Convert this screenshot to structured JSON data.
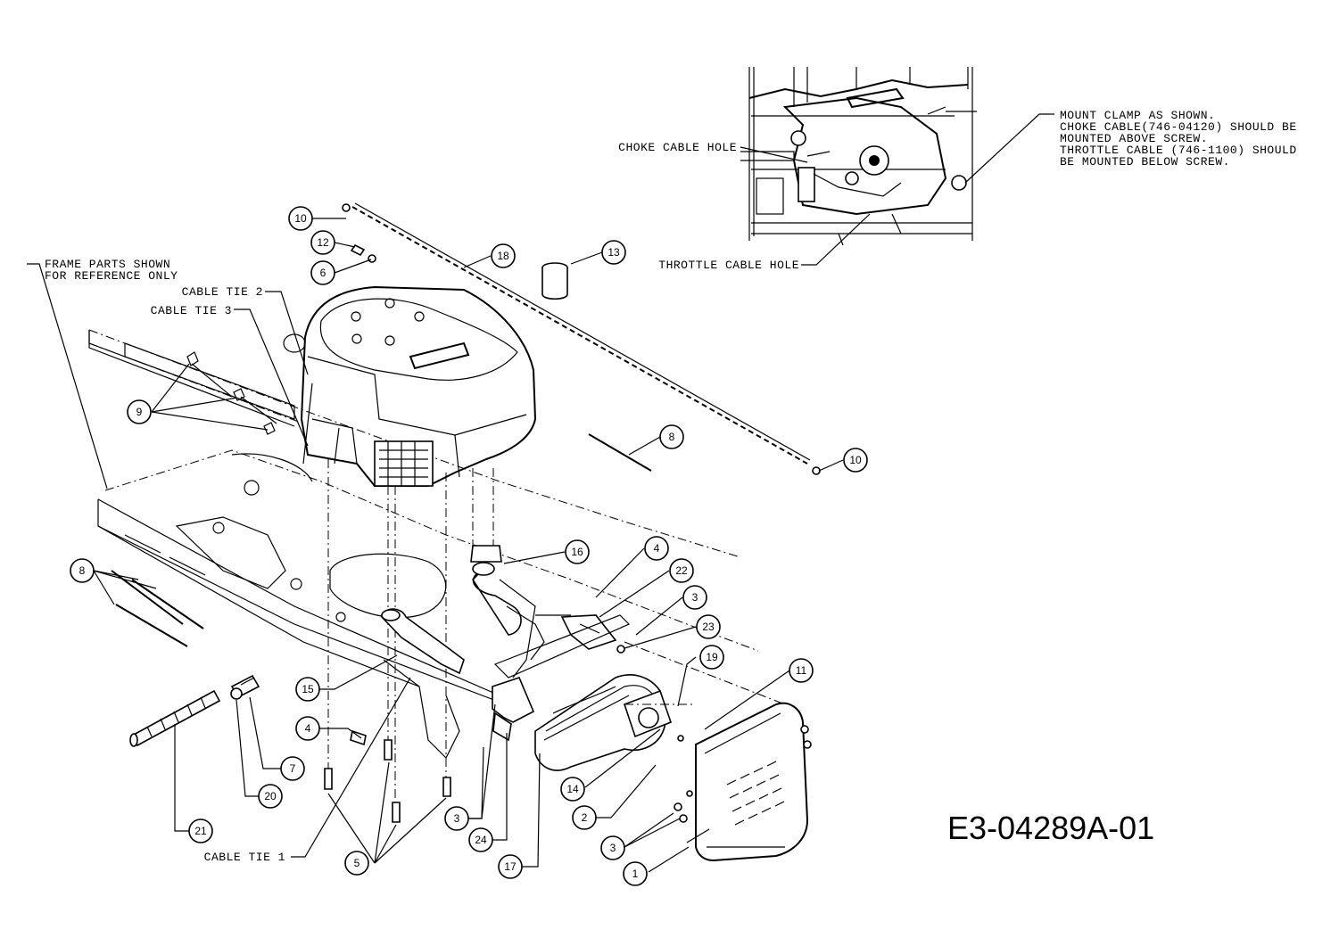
{
  "callouts": [
    "10",
    "12",
    "6",
    "18",
    "13",
    "9",
    "8",
    "10",
    "16",
    "4",
    "22",
    "3",
    "23",
    "19",
    "11",
    "8",
    "15",
    "4",
    "7",
    "20",
    "21",
    "14",
    "2",
    "3",
    "3",
    "24",
    "17",
    "5",
    "1"
  ],
  "notes": {
    "frame_ref_line1": "FRAME PARTS SHOWN",
    "frame_ref_line2": "FOR REFERENCE ONLY",
    "cable_tie_2": "CABLE TIE 2",
    "cable_tie_3": "CABLE TIE 3",
    "cable_tie_1": "CABLE TIE 1",
    "choke_hole": "CHOKE CABLE HOLE",
    "throttle_hole": "THROTTLE CABLE HOLE",
    "mount_line1": "MOUNT CLAMP AS SHOWN.",
    "mount_line2": "CHOKE CABLE(746-04120) SHOULD BE",
    "mount_line3": "MOUNTED ABOVE SCREW.",
    "mount_line4": "THROTTLE CABLE (746-1100) SHOULD",
    "mount_line5": "BE MOUNTED BELOW SCREW."
  },
  "drawing_code": "E3-04289A-01"
}
